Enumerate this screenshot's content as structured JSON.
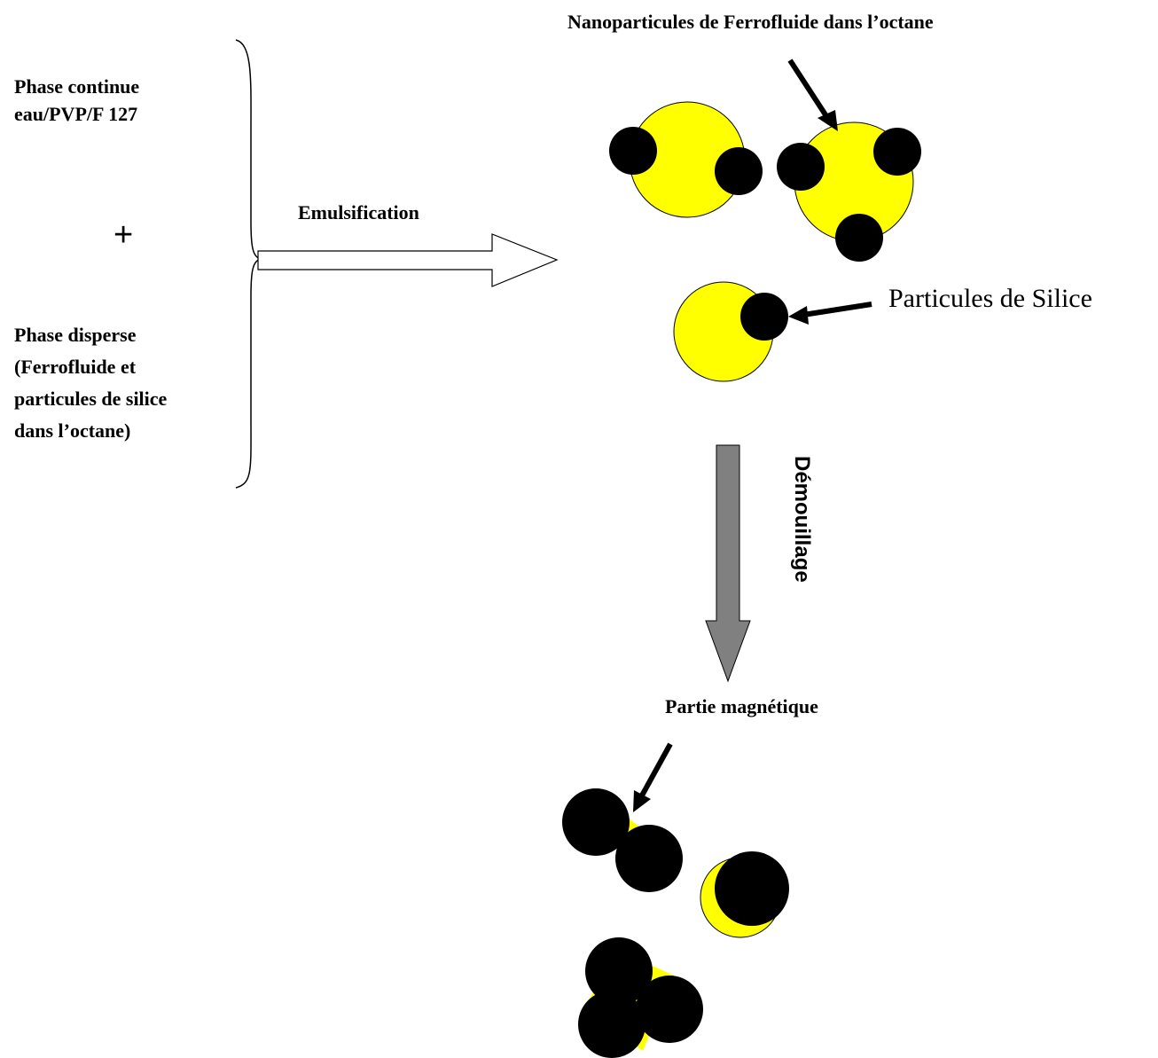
{
  "labels": {
    "phase_continue": [
      "Phase continue",
      "eau/PVP/F 127"
    ],
    "plus": "+",
    "phase_disperse": [
      "Phase disperse",
      "(Ferrofluide et",
      "particules de silice",
      "dans l’octane)"
    ],
    "emulsification": "Emulsification",
    "nanoparticules": "Nanoparticules de Ferrofluide  dans l’octane",
    "particules_silice": "Particules de Silice",
    "demouillage": "Démouillage",
    "partie_magnetique": "Partie  magnétique"
  },
  "colors": {
    "droplet": "#FFFF00",
    "particle": "#000000",
    "emulsification_arrow_fill": "#FFFFFF",
    "demouillage_arrow_fill": "#808080"
  }
}
